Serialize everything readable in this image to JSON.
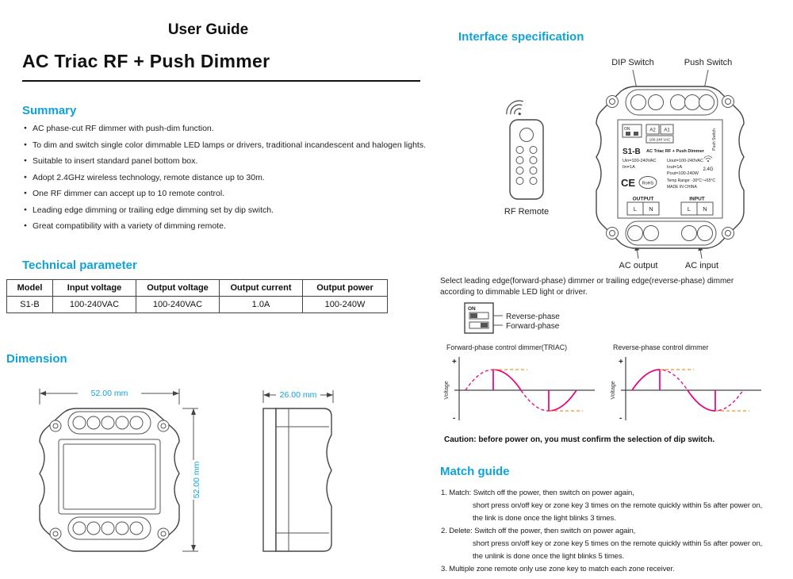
{
  "colors": {
    "accent": "#0fa3d6",
    "magenta": "#e6007e",
    "orange": "#f7941d"
  },
  "page": {
    "title": "User Guide",
    "product_title": "AC Triac RF + Push Dimmer"
  },
  "summary": {
    "heading": "Summary",
    "bullets": [
      "AC phase-cut RF dimmer with push-dim function.",
      "To dim and switch single color dimmable LED lamps or drivers, traditional incandescent and halogen lights.",
      "Suitable to insert standard panel bottom box.",
      "Adopt 2.4GHz wireless technology, remote distance up to 30m.",
      "One RF dimmer can accept up to 10 remote control.",
      "Leading edge dimming or trailing edge dimming set by dip switch.",
      "Great compatibility with a variety of dimming remote."
    ]
  },
  "technical": {
    "heading": "Technical parameter",
    "headers": [
      "Model",
      "Input voltage",
      "Output voltage",
      "Output current",
      "Output power"
    ],
    "row": [
      "S1-B",
      "100-240VAC",
      "100-240VAC",
      "1.0A",
      "100-240W"
    ]
  },
  "dimension": {
    "heading": "Dimension",
    "front_width": "52.00 mm",
    "front_height": "52.00 mm",
    "side_width": "26.00 mm"
  },
  "interface": {
    "heading": "Interface specification",
    "dip_switch_label": "DIP Switch",
    "push_switch_label": "Push Switch",
    "rf_remote_label": "RF Remote",
    "ac_output_label": "AC output",
    "ac_input_label": "AC input",
    "select_text": "Select leading edge(forward-phase) dimmer or trailing edge(reverse-phase) dimmer according to dimmable LED light or driver.",
    "device": {
      "model": "S1-B",
      "name": "AC Triac RF + Push Dimmer",
      "on": "ON",
      "a2": "A2",
      "a1": "A1",
      "vac": "100-240 VAC",
      "push_switch": "Push Switch",
      "uin": "Uin=100-240VAC",
      "iin": "Iin=1A",
      "uout": "Uout=100-240VAC",
      "iout": "Iout=1A",
      "pout": "Pout=100-240W",
      "wireless": "2.4G",
      "ce": "CE",
      "rohs": "RoHS",
      "temp": "Temp Range: -30°C~+55°C",
      "made": "MADE IN CHINA",
      "output": "OUTPUT",
      "input": "INPUT",
      "l": "L",
      "n": "N"
    },
    "dip_legend": {
      "on": "ON",
      "reverse": "Reverse-phase",
      "forward": "Forward-phase"
    }
  },
  "waveforms": {
    "left_title": "Forward-phase control dimmer(TRIAC)",
    "right_title": "Reverse-phase control dimmer",
    "ylabel": "Voltage",
    "plus": "+",
    "minus": "-",
    "caution": "Caution: before power on, you must confirm the selection of dip switch."
  },
  "match_guide": {
    "heading": "Match guide",
    "lines": [
      "1. Match: Switch off the power, then switch on power again,",
      "short press on/off key or zone key 3 times on the remote quickly within 5s after power on,",
      "the link is done once the light blinks 3 times.",
      "2. Delete: Switch off the power, then switch on power again,",
      "short press on/off key or zone key 5 times on the remote quickly within 5s after power on,",
      "the unlink is done once the light blinks 5 times.",
      "3. Multiple zone remote only use zone key to match each zone receiver."
    ]
  }
}
